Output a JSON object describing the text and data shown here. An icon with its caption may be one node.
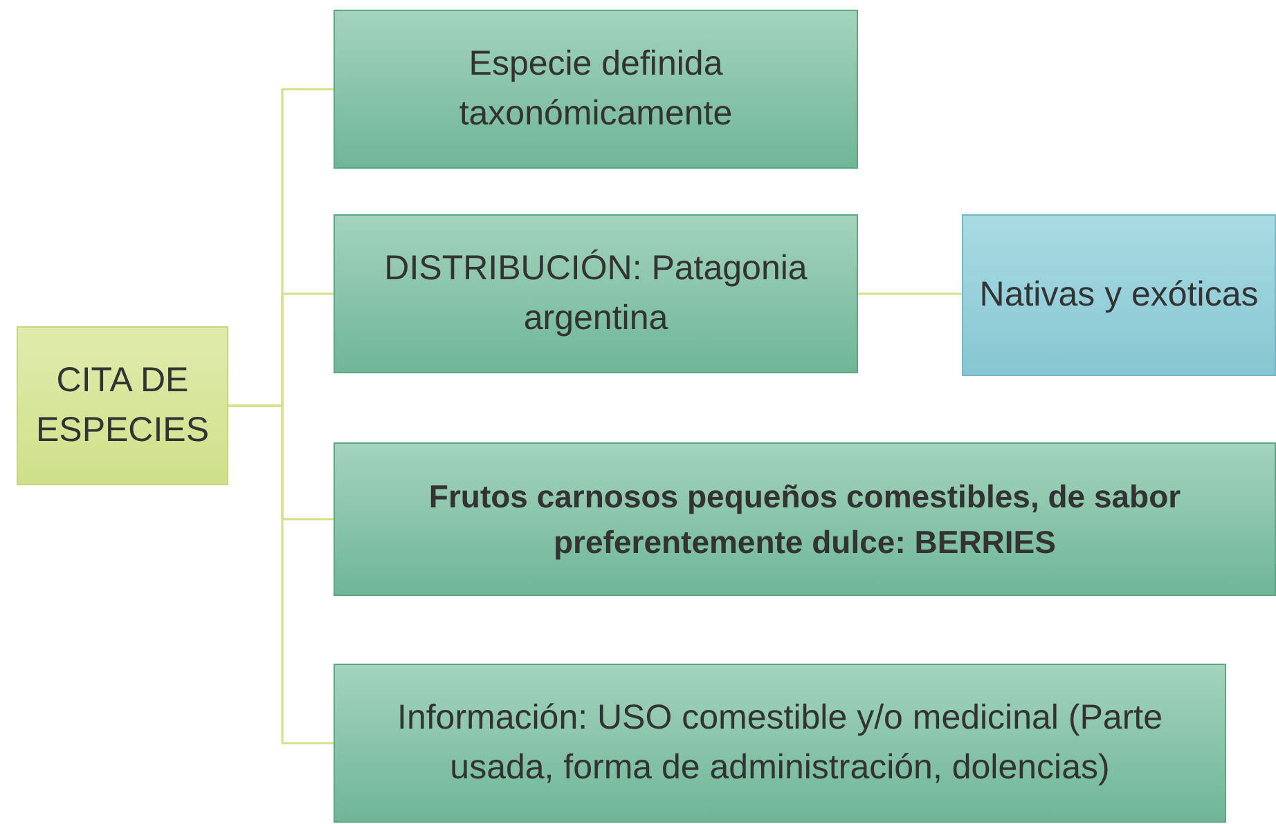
{
  "diagram": {
    "nodes": [
      {
        "text": [
          "CITA DE ESPECIES"
        ]
      },
      {
        "text": [
          "Especie definida taxonómicamente"
        ]
      },
      {
        "text": [
          "DISTRIBUCIÓN: Patagonia argentina"
        ]
      },
      {
        "text": [
          "Nativas y exóticas"
        ]
      },
      {
        "text": [
          "Frutos carnosos pequeños comestibles, de sabor preferentemente dulce: BERRIES"
        ]
      },
      {
        "text": [
          "Información: USO comestible y/o medicinal (Parte usada, forma de administración, dolencias)"
        ]
      }
    ],
    "edges": [
      {
        "from": 0,
        "to": 1,
        "arrow": "none"
      },
      {
        "from": 0,
        "to": 2,
        "arrow": "none"
      },
      {
        "from": 0,
        "to": 4,
        "arrow": "none"
      },
      {
        "from": 0,
        "to": 5,
        "arrow": "none"
      },
      {
        "from": 2,
        "to": 3,
        "arrow": "none"
      }
    ]
  }
}
